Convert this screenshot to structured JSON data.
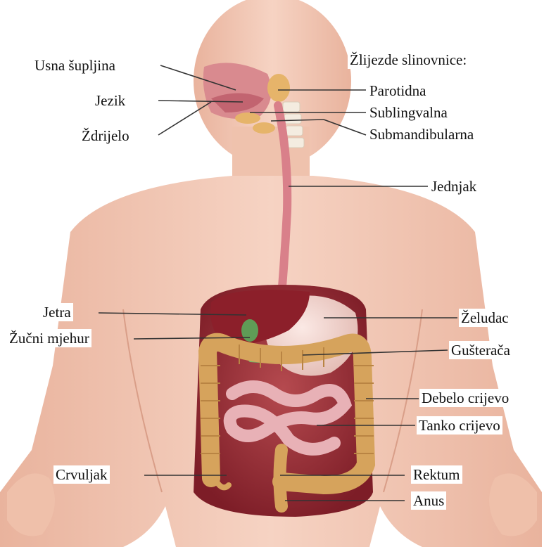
{
  "labels": {
    "usna_supljina": "Usna šupljina",
    "jezik": "Jezik",
    "zdrijelo": "Ždrijelo",
    "slinovnice_title": "Žlijezde slinovnice:",
    "parotidna": "Parotidna",
    "sublingvalna": "Sublingvalna",
    "submandibularna": "Submandibularna",
    "jednjak": "Jednjak",
    "jetra": "Jetra",
    "zucni_mjehur": "Žučni mjehur",
    "zeludac": "Želudac",
    "gusteraca": "Gušterača",
    "debelo_crijevo": "Debelo crijevo",
    "tanko_crijevo": "Tanko crijevo",
    "crvuljak": "Crvuljak",
    "rektum": "Rektum",
    "anus": "Anus"
  },
  "colors": {
    "skin": "#f2c7b3",
    "skin_shadow": "#e3a992",
    "liver": "#8c1f2a",
    "stomach": "#f0d2cc",
    "large_intestine": "#d6a35c",
    "small_intestine": "#e8b1b6",
    "pancreas": "#6fc06a",
    "esophagus": "#d9808a",
    "leader_line": "#333333"
  }
}
